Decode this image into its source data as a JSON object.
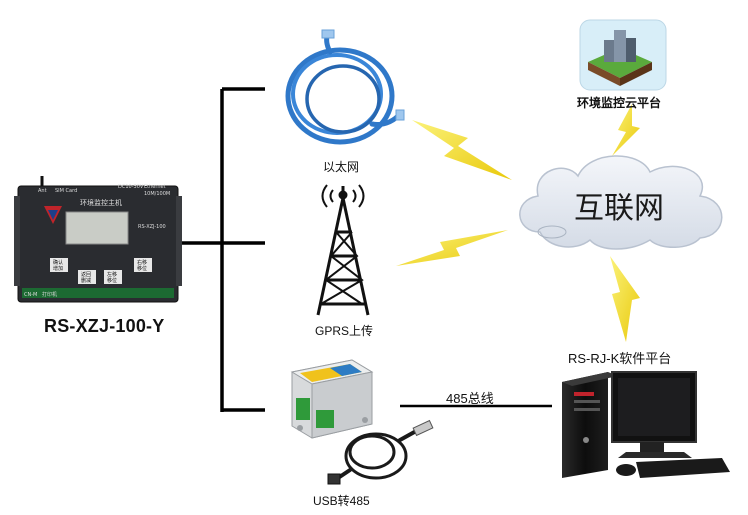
{
  "host": {
    "model": "RS-XZJ-100-Y",
    "device_title": "环境监控主机",
    "model_small": "RS-XZJ-100",
    "top_labels": [
      "Ant",
      "SIM Card",
      "DC10-30V",
      "Ethernet",
      "10M/100M"
    ],
    "buttons": [
      {
        "top": "确认",
        "bottom": "增加"
      },
      {
        "top": "返回",
        "bottom": "删减"
      },
      {
        "top": "左移",
        "bottom": "移位"
      },
      {
        "top": "右移",
        "bottom": "移位"
      }
    ],
    "bottom_labels": [
      "CN-M",
      "打印机"
    ]
  },
  "links": {
    "ethernet": "以太网",
    "gprs": "GPRS上传",
    "usb": "USB转485"
  },
  "internet": "互联网",
  "cloud_platform": "环境监控云平台",
  "software_platform": "RS-RJ-K软件平台",
  "bus": "485总线",
  "colors": {
    "bracket": "#000000",
    "lightning": "#f2e21c",
    "cable": "#2f78c9",
    "cloud": "#e4e9f1"
  }
}
